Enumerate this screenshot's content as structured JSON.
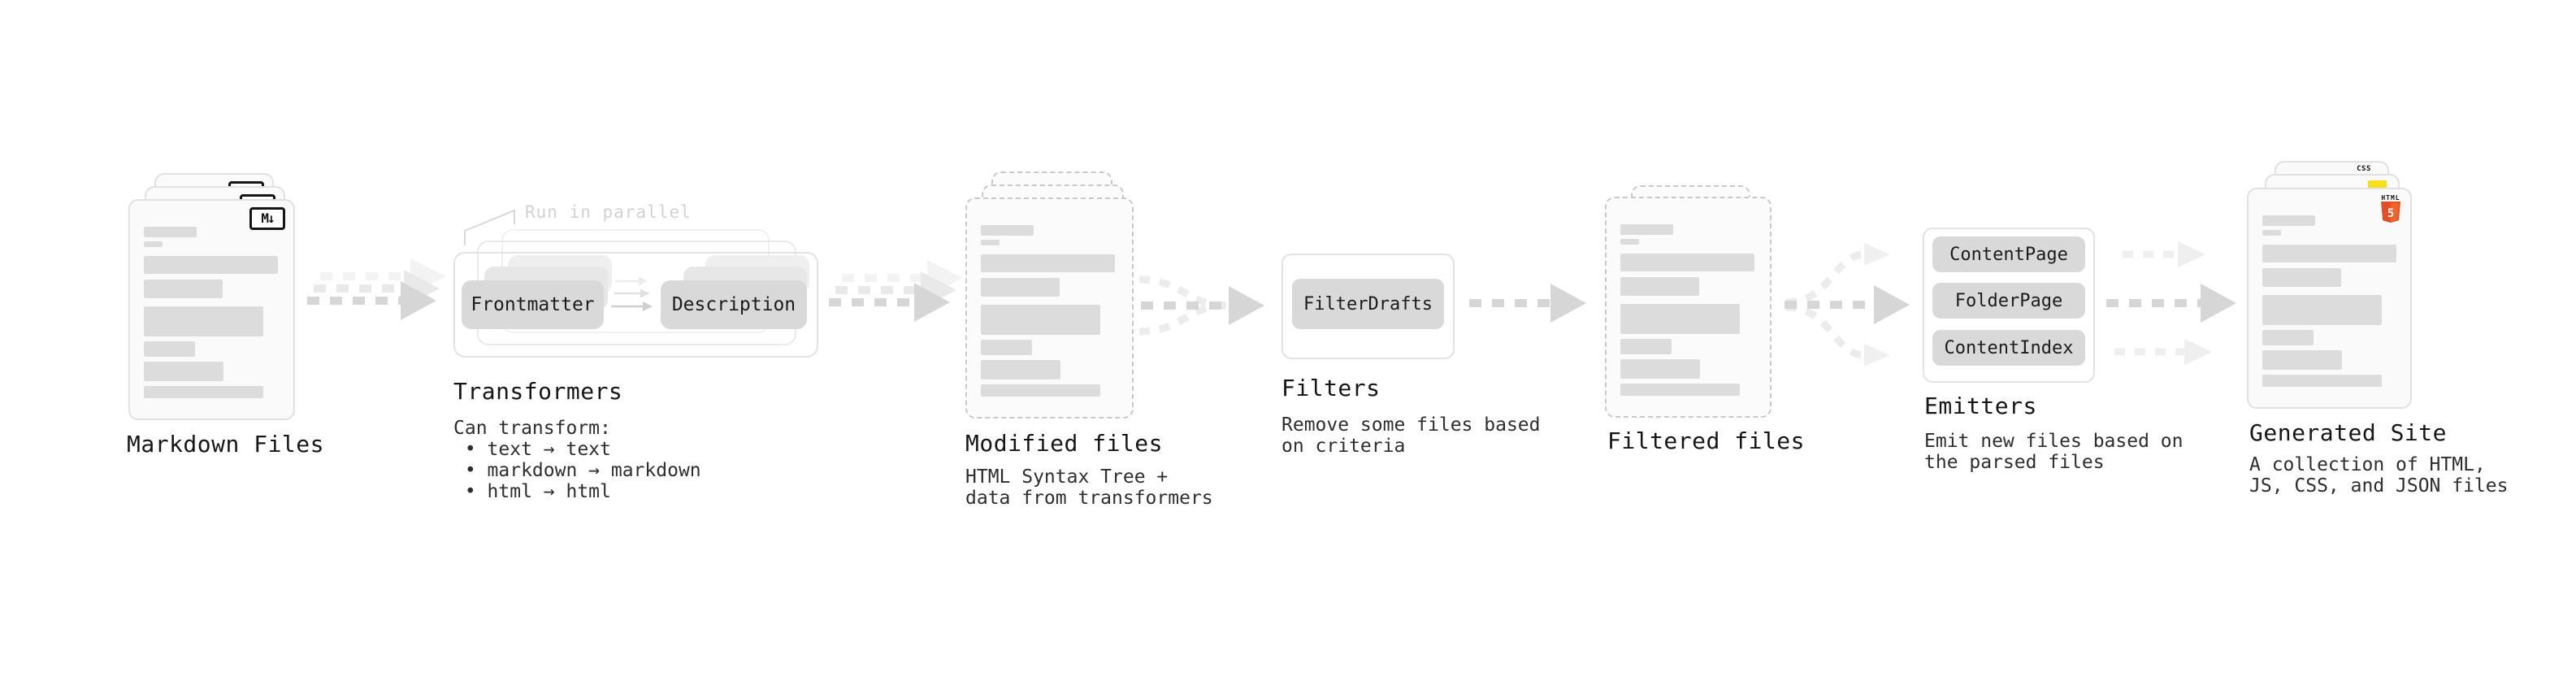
{
  "colors": {
    "html5_orange": "#e44d26",
    "html5_orange_light": "#f16529",
    "js_yellow": "#f7df1e",
    "css_blue": "#2b6fe3",
    "arrow_dark_gray": "#d6d6d6",
    "arrow_light_gray": "#ececec",
    "chip_gray": "#d9d9d9",
    "bar_gray": "#dcdcdc"
  },
  "stages": {
    "markdown": {
      "label": "Markdown Files",
      "badge": "M↓"
    },
    "transformers": {
      "label": "Transformers",
      "callout": "Run in parallel",
      "chips": [
        "Frontmatter",
        "Description"
      ],
      "lines": [
        "Can transform:",
        " • text → text",
        " • markdown → markdown",
        " • html → html"
      ]
    },
    "modified": {
      "label": "Modified files",
      "lines": [
        "HTML Syntax Tree +",
        "data from transformers"
      ]
    },
    "filters": {
      "label": "Filters",
      "chips": [
        "FilterDrafts"
      ],
      "lines": [
        "Remove some files based",
        "on criteria"
      ]
    },
    "filtered": {
      "label": "Filtered files"
    },
    "emitters": {
      "label": "Emitters",
      "chips": [
        "ContentPage",
        "FolderPage",
        "ContentIndex"
      ],
      "lines": [
        "Emit new files based on",
        "the parsed files"
      ]
    },
    "generated": {
      "label": "Generated Site",
      "lines": [
        "A collection of HTML,",
        "JS, CSS, and JSON files"
      ],
      "badges": {
        "css": "CSS",
        "html_word": "HTML",
        "html_number": "5"
      }
    }
  }
}
